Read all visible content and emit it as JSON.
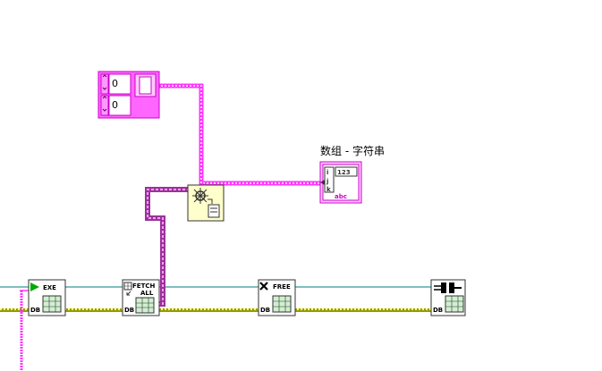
{
  "diagram": {
    "indicator_label": "数组 - 字符串",
    "array_control": {
      "index_row": "0",
      "index_col": "0"
    },
    "nodes": {
      "exe": {
        "label": "EXE",
        "db": "DB"
      },
      "fetch_all": {
        "label_top": "FETCH",
        "label_bottom": "ALL",
        "db": "DB"
      },
      "free": {
        "label": "FREE",
        "db": "DB"
      },
      "disconnect": {
        "db": "DB"
      }
    },
    "indicator_terminal": {
      "type_text": "123",
      "suffix": "abc"
    }
  },
  "colors": {
    "string_wire": "#ff33ff",
    "array_wire": "#993399",
    "refnum_wire": "#339999",
    "error_wire": "#999900",
    "node_border": "#333333",
    "sub_vi_bg": "#ffffcc"
  },
  "icons": [
    "exe-run-icon",
    "fetch-all-icon",
    "free-x-icon",
    "disconnect-plug-icon",
    "variant-convert-icon"
  ]
}
